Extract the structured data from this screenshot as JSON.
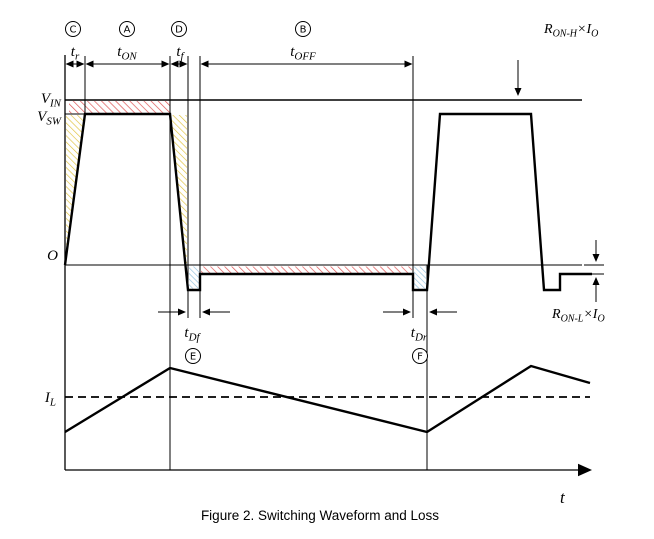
{
  "caption": "Figure 2. Switching Waveform and Loss",
  "region_markers": {
    "c": "C",
    "a": "A",
    "d": "D",
    "b": "B",
    "e": "E",
    "f": "F"
  },
  "timing": {
    "t_r": {
      "base": "t",
      "sub": "r"
    },
    "t_on": {
      "base": "t",
      "sub": "ON"
    },
    "t_f": {
      "base": "t",
      "sub": "f"
    },
    "t_off": {
      "base": "t",
      "sub": "OFF"
    },
    "t_df": {
      "base": "t",
      "sub": "Df"
    },
    "t_dr": {
      "base": "t",
      "sub": "Dr"
    }
  },
  "axis": {
    "v_in": {
      "base": "V",
      "sub": "IN"
    },
    "v_sw": {
      "base": "V",
      "sub": "SW"
    },
    "zero": "O",
    "i_l": {
      "base": "I",
      "sub": "L"
    },
    "time": "t"
  },
  "loss_annotations": {
    "ron_h": {
      "base": "R",
      "base_sub": "ON-H",
      "mult": "×I",
      "mult_sub": "O"
    },
    "ron_l": {
      "base": "R",
      "base_sub": "ON-L",
      "mult": "×I",
      "mult_sub": "O"
    }
  },
  "legend_colors": {
    "high_side_conduction_loss_hatch": "#dd5555",
    "low_side_conduction_loss_hatch": "#dd5555",
    "switching_loss_hatch": "#dfc13a",
    "dead_time_loss_hatch": "#8fbfdc",
    "line": "#000000",
    "background": "#ffffff"
  }
}
